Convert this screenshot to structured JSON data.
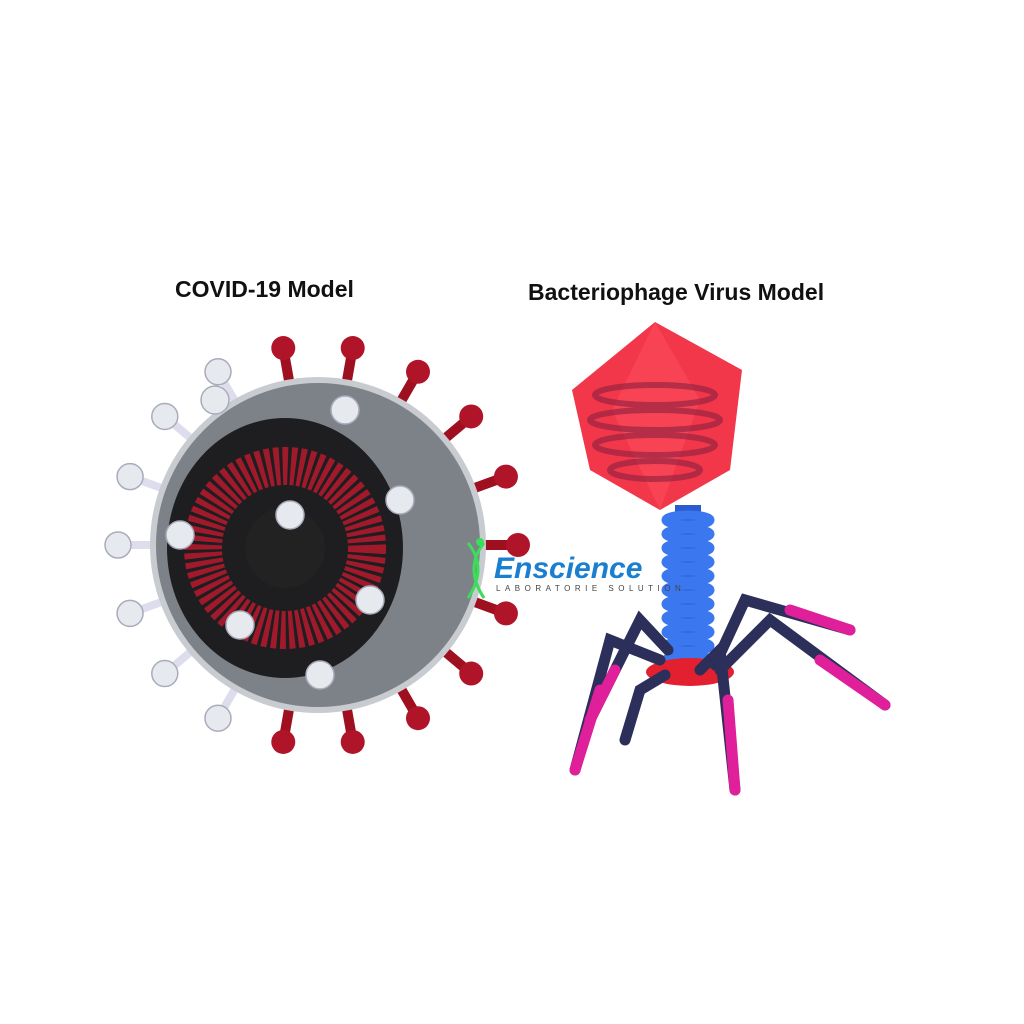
{
  "covid_model": {
    "title": "COVID-19 Model"
  },
  "phage_model": {
    "title": "Bacteriophage Virus Model"
  },
  "watermark": {
    "brand": "Enscience",
    "tagline": "LABORATORIE SOLUTION"
  },
  "colors": {
    "spike_red": "#9e1020",
    "envelope_gray": "#7d8288",
    "capsid_red": "#f0263a",
    "tail_blue": "#2a5bd0",
    "leg_pink": "#e0209a",
    "brand_blue": "#1a7fd0",
    "brand_green": "#3ddc5a"
  }
}
